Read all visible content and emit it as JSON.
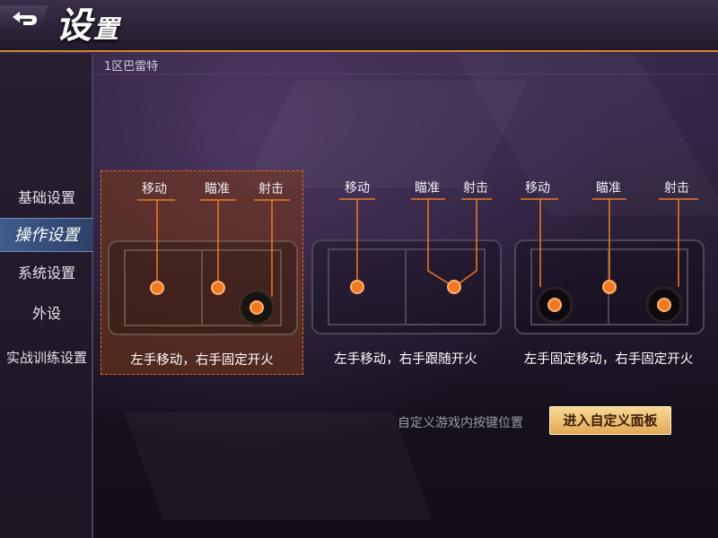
{
  "header": {
    "title_main": "设",
    "title_rest": "置"
  },
  "server": {
    "label": "1区巴雷特"
  },
  "sidebar": {
    "items": [
      {
        "label": "基础设置",
        "active": false
      },
      {
        "label": "操作设置",
        "active": true
      },
      {
        "label": "系统设置",
        "active": false
      },
      {
        "label": "外设",
        "active": false
      },
      {
        "label": "实战训练设置",
        "active": false
      }
    ]
  },
  "control_modes": [
    {
      "labels": [
        "移动",
        "瞄准",
        "射击"
      ],
      "caption": "左手移动，右手固定开火",
      "selected": true
    },
    {
      "labels": [
        "移动",
        "瞄准",
        "射击"
      ],
      "caption": "左手移动，右手跟随开火",
      "selected": false
    },
    {
      "labels": [
        "移动",
        "瞄准",
        "射击"
      ],
      "caption": "左手固定移动，右手固定开火",
      "selected": false
    }
  ],
  "custom": {
    "label": "自定义游戏内按键位置",
    "button_label": "进入自定义面板"
  },
  "colors": {
    "accent": "#f07a22",
    "selected_border": "#d9702a",
    "button": "#f0c070",
    "active_tab": "#3f5d8c"
  }
}
